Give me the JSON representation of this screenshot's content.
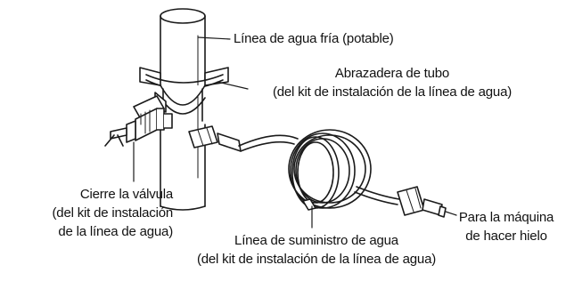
{
  "labels": {
    "cold_water_line": "Línea de agua fría (potable)",
    "pipe_clamp": {
      "line1": "Abrazadera de tubo",
      "line2": "(del kit de instalación de la línea de agua)"
    },
    "shutoff_valve": {
      "line1": "Cierre la válvula",
      "line2": "(del kit de instalación",
      "line3": "de la línea de agua)"
    },
    "supply_line": {
      "line1": "Línea de suministro de agua",
      "line2": "(del kit de instalación de la línea de agua)"
    },
    "ice_maker": {
      "line1": "Para la máquina",
      "line2": "de hacer hielo"
    }
  },
  "colors": {
    "line": "#1a1a1a",
    "fill": "#ffffff",
    "text": "#111111"
  }
}
